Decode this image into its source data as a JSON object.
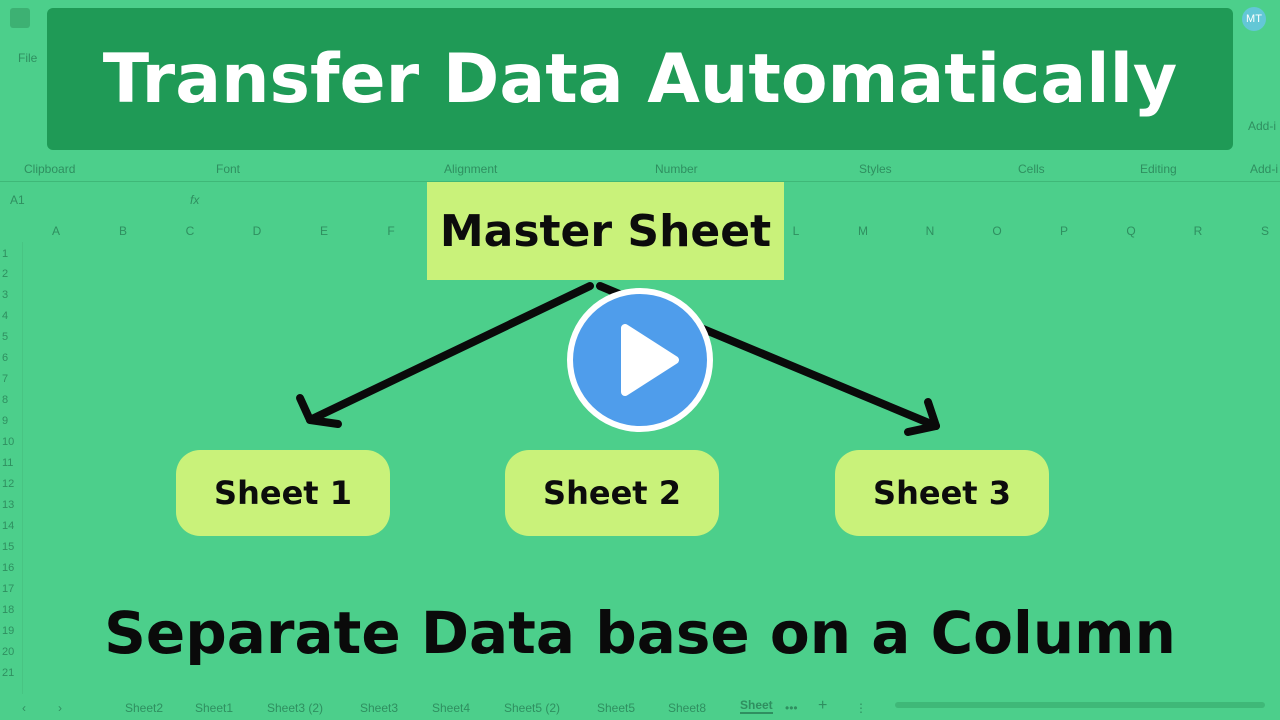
{
  "app": {
    "menu_file": "File",
    "avatar_initials": "MT",
    "ribbon_groups": [
      "Clipboard",
      "Font",
      "Alignment",
      "Number",
      "Styles",
      "Cells",
      "Editing",
      "Add-i"
    ],
    "ribbon_right_label": "Add-i",
    "name_box": "A1",
    "formula_icon": "fx",
    "columns": [
      "A",
      "B",
      "C",
      "D",
      "E",
      "F",
      "L",
      "M",
      "N",
      "O",
      "P",
      "Q",
      "R",
      "S"
    ],
    "rows": [
      "1",
      "2",
      "3",
      "4",
      "5",
      "6",
      "7",
      "8",
      "9",
      "10",
      "11",
      "12",
      "13",
      "14",
      "15",
      "16",
      "17",
      "18",
      "19",
      "20",
      "21"
    ],
    "sheet_tabs": [
      "Sheet2",
      "Sheet1",
      "Sheet3 (2)",
      "Sheet3",
      "Sheet4",
      "Sheet5 (2)",
      "Sheet5",
      "Sheet8",
      "Sheet"
    ],
    "tab_more": "•••",
    "tab_add": "+"
  },
  "thumbnail": {
    "title": "Transfer Data Automatically",
    "master_label": "Master Sheet",
    "sheet_labels": [
      "Sheet 1",
      "Sheet 2",
      "Sheet 3"
    ],
    "subtitle": "Separate Data base on a Column"
  },
  "colors": {
    "overlay_green": "#4ccf8b",
    "banner_green": "#1f9a56",
    "label_lime": "#c9f27a",
    "play_blue": "#4f9deb"
  },
  "icons": {
    "play": "play-icon",
    "excel": "excel-logo-icon"
  }
}
